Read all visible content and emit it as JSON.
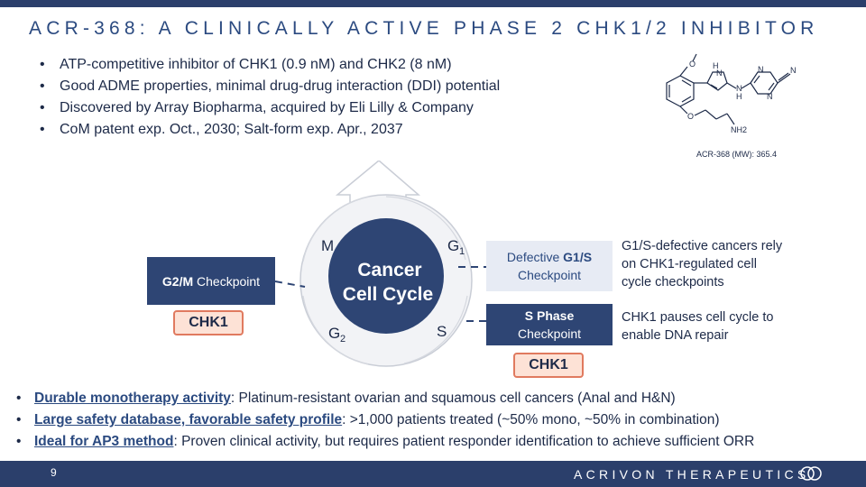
{
  "title": "ACR-368: A CLINICALLY ACTIVE PHASE 2 CHK1/2 INHIBITOR",
  "top_bullets": [
    "ATP-competitive inhibitor of CHK1 (0.9 nM) and CHK2 (8 nM)",
    "Good ADME properties, minimal drug-drug interaction (DDI) potential",
    "Discovered by Array Biopharma, acquired by Eli Lilly & Company",
    "CoM patent exp. Oct., 2030; Salt-form exp.  Apr., 2037"
  ],
  "molecule": {
    "caption": "ACR-368 (MW): 365.4",
    "atom_labels": {
      "o_methoxy": "O",
      "nh_pyrazole": "H",
      "n_pyrazole": "N",
      "nh_link": "N",
      "h_link": "H",
      "n_pyrazine1": "N",
      "n_pyrazine2": "N",
      "n_nitrile": "N",
      "o_ether": "O",
      "nh2": "NH2"
    }
  },
  "cycle": {
    "center_line1": "Cancer",
    "center_line2": "Cell Cycle",
    "phase_m": "M",
    "phase_g1": "G",
    "phase_g1_sub": "1",
    "phase_g2": "G",
    "phase_g2_sub": "2",
    "phase_s": "S"
  },
  "g2m_box": {
    "bold": "G2/M",
    "rest": " Checkpoint"
  },
  "defective_box": {
    "line1_pre": "Defective ",
    "line1_bold": "G1/S",
    "line2": "Checkpoint"
  },
  "sphase_box": {
    "line1": "S Phase",
    "line2": "Checkpoint"
  },
  "chk_left": "CHK1",
  "chk_right": "CHK1",
  "note_g1s": "G1/S-defective cancers rely on CHK1-regulated cell cycle checkpoints",
  "note_s": "CHK1 pauses cell cycle to enable DNA repair",
  "bottom_bullets": [
    {
      "bold": "Durable monotherapy activity",
      "rest": ": Platinum-resistant ovarian and squamous cell cancers (Anal and H&N)"
    },
    {
      "bold": "Large safety database, favorable safety profile",
      "rest": ": >1,000 patients treated (~50% mono, ~50% in combination)"
    },
    {
      "bold": "Ideal for AP3 method",
      "rest": ": Proven clinical activity, but requires patient responder identification to achieve sufficient ORR"
    }
  ],
  "page_number": "9",
  "brand": "ACRIVON THERAPEUTICS",
  "colors": {
    "navy": "#2e4574",
    "accent": "#2b4a80",
    "chk_fill": "#fde2d6",
    "chk_border": "#e07a5f"
  }
}
